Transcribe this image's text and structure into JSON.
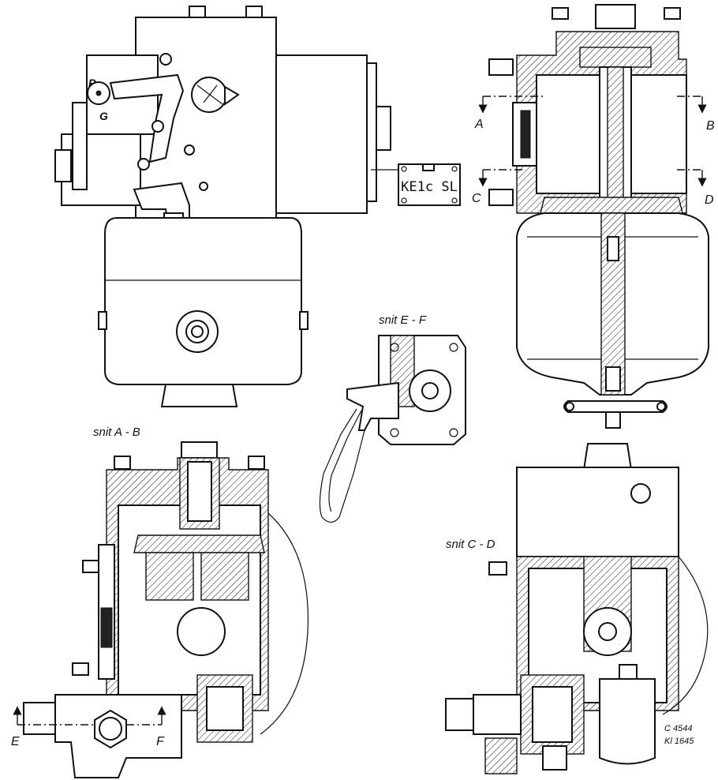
{
  "labels": {
    "section_ef": "snit E - F",
    "section_ab": "snit A - B",
    "section_cd": "snit C - D",
    "cut_a": "A",
    "cut_b": "B",
    "cut_c": "C",
    "cut_d": "D",
    "cut_e": "E",
    "cut_f": "F",
    "lever_p": "P",
    "lever_g": "G"
  },
  "nameplate": {
    "text": "KE1c SL"
  },
  "drawing_codes": [
    "C 4544",
    "Kl 1645"
  ]
}
